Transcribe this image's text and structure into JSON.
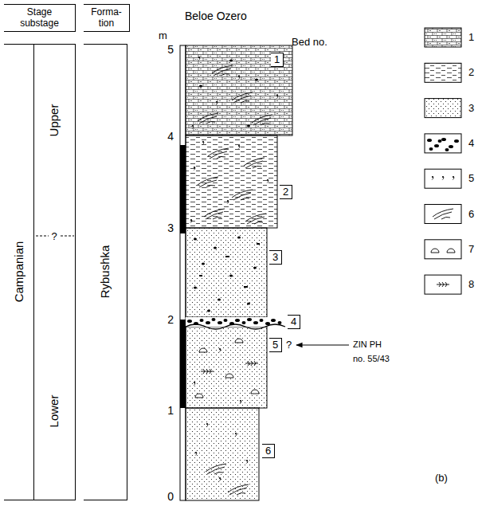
{
  "diagram": {
    "nodes": [
      {
        "text": [
          "Stage substage"
        ]
      },
      {
        "text": [
          "Forma- tion"
        ]
      },
      {
        "text": [
          "Campanian"
        ]
      },
      {
        "text": [
          "Upper",
          "?",
          "Lower"
        ]
      },
      {
        "text": [
          "Rybushka"
        ]
      },
      {
        "text": [
          "1"
        ]
      },
      {
        "text": [
          "2"
        ]
      },
      {
        "text": [
          "3"
        ]
      },
      {
        "text": [
          "4"
        ]
      },
      {
        "text": [
          "5"
        ]
      },
      {
        "text": [
          "6"
        ]
      }
    ],
    "labels": [
      "Beloe Ozero",
      "m",
      "Bed no.",
      "5",
      "4",
      "3",
      "2",
      "1",
      "0",
      "?",
      "ZIN PH no. 55/43",
      "(b)"
    ],
    "legend": [
      {
        "text": "1"
      },
      {
        "text": "2"
      },
      {
        "text": "3"
      },
      {
        "text": "4"
      },
      {
        "text": "5"
      },
      {
        "text": "6"
      },
      {
        "text": "7"
      },
      {
        "text": "8"
      }
    ]
  }
}
